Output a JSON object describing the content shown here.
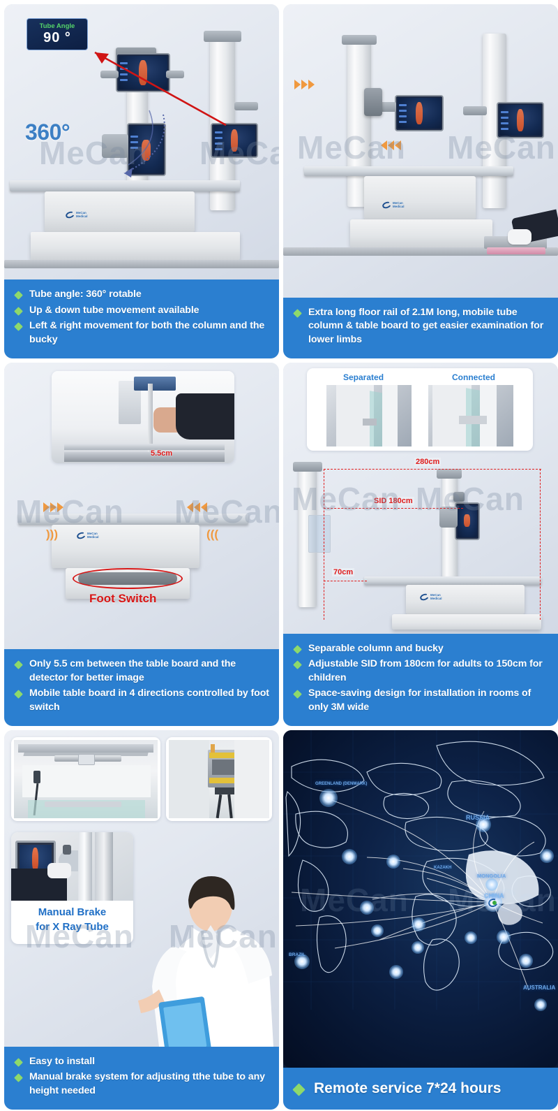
{
  "brand": {
    "name": "MeCan",
    "sub": "Medical",
    "watermark": "MeCan"
  },
  "panels": [
    {
      "id": "tube-rotation",
      "annotations": {
        "angle_label": "Tube Angle",
        "angle_value": "90 °",
        "rotation": "360°"
      },
      "bullets": [
        "Tube angle: 360° rotable",
        "Up & down tube movement available",
        "Left & right movement for both the column and the bucky"
      ]
    },
    {
      "id": "floor-rail",
      "annotations": {},
      "bullets": [
        "Extra long floor rail of 2.1M long, mobile tube column & table board to get easier examination for lower limbs"
      ]
    },
    {
      "id": "table-gap-foot-switch",
      "annotations": {
        "gap": "5.5cm",
        "foot_switch": "Foot Switch"
      },
      "bullets": [
        "Only 5.5 cm between the table board and the detector for better image",
        "Mobile table board in 4 directions controlled by foot switch"
      ]
    },
    {
      "id": "separable-column-sid",
      "annotations": {
        "separated": "Separated",
        "connected": "Connected",
        "total_width": "280cm",
        "sid": "SID 180cm",
        "height": "70cm"
      },
      "bullets": [
        "Separable column and bucky",
        "Adjustable SID from 180cm for adults to 150cm for children",
        "Space-saving design for installation in rooms of only 3M wide"
      ]
    },
    {
      "id": "manual-brake",
      "annotations": {
        "brake_line1": "Manual Brake",
        "brake_line2": "for X Ray Tube"
      },
      "bullets": [
        "Easy to install",
        "Manual brake system for adjusting tthe tube to any height needed"
      ]
    },
    {
      "id": "remote-service",
      "annotations": {
        "map_labels": [
          "GREENLAND (DENMARK)",
          "RUSSIA",
          "MONGOLIA",
          "CHINA",
          "KAZAKH",
          "BRAZIL",
          "AUSTRALIA"
        ]
      },
      "headline": "Remote service 7*24 hours"
    }
  ],
  "colors": {
    "caption_blue": "#2b7fd0",
    "bullet_green": "#8ed96b",
    "annotation_red": "#e01b1b",
    "annotation_orange": "#f0993f",
    "label_blue": "#2b7fd0",
    "panel_bg": "#d7dce6",
    "map_navy": "#0d2247"
  }
}
